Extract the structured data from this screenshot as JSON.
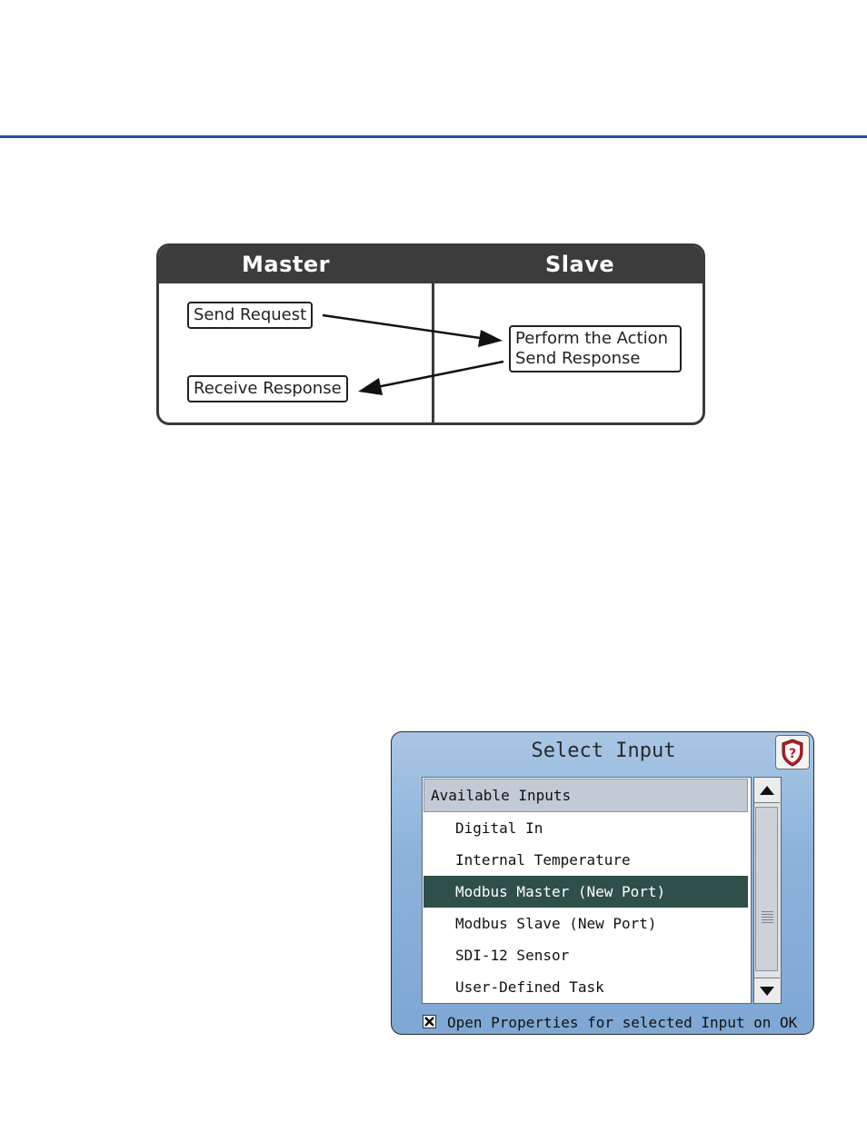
{
  "diagram": {
    "master_title": "Master",
    "slave_title": "Slave",
    "send_request": "Send Request",
    "receive_response": "Receive Response",
    "perform_action_line1": "Perform the Action",
    "perform_action_line2": "Send Response"
  },
  "dialog": {
    "title": "Select Input",
    "help_icon": "help-icon",
    "list_header": "Available Inputs",
    "items": [
      {
        "label": "Digital In",
        "selected": false
      },
      {
        "label": "Internal Temperature",
        "selected": false
      },
      {
        "label": "Modbus Master (New Port)",
        "selected": true
      },
      {
        "label": "Modbus Slave (New Port)",
        "selected": false
      },
      {
        "label": "SDI-12 Sensor",
        "selected": false
      },
      {
        "label": "User-Defined Task",
        "selected": false
      }
    ],
    "open_properties_checked": true,
    "open_properties_label": "Open Properties for selected Input on OK"
  },
  "colors": {
    "rule": "#2d4f9e",
    "diagram_header": "#3c3c3c",
    "selected_row": "#2f4f4a",
    "dialog_bg": "#8db3db"
  }
}
